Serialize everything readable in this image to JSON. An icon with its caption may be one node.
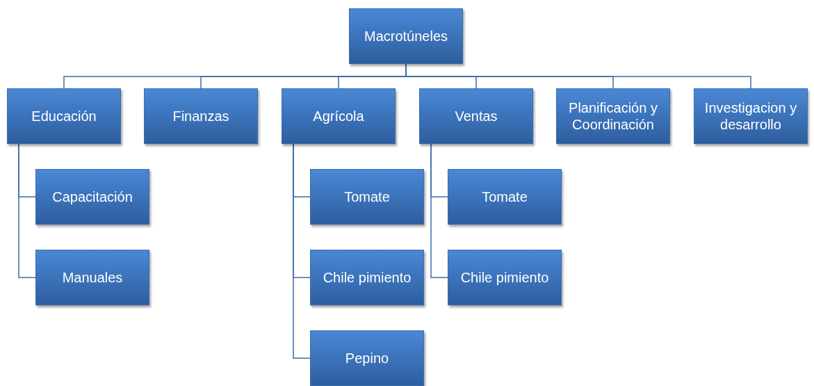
{
  "diagram": {
    "nodes": [
      {
        "text": [
          "Macrotúneles"
        ]
      },
      {
        "text": [
          "Educación"
        ]
      },
      {
        "text": [
          "Finanzas"
        ]
      },
      {
        "text": [
          "Agrícola"
        ]
      },
      {
        "text": [
          "Ventas"
        ]
      },
      {
        "text": [
          "Planificación y Coordinación"
        ]
      },
      {
        "text": [
          "Investigacion y desarrollo"
        ]
      },
      {
        "text": [
          "Capacitación"
        ]
      },
      {
        "text": [
          "Manuales"
        ]
      },
      {
        "text": [
          "Tomate"
        ]
      },
      {
        "text": [
          "Chile pimiento"
        ]
      },
      {
        "text": [
          "Pepino"
        ]
      },
      {
        "text": [
          "Tomate"
        ]
      },
      {
        "text": [
          "Chile pimiento"
        ]
      }
    ],
    "edges": [
      {
        "from": 0,
        "to": 1,
        "arrow": "none"
      },
      {
        "from": 0,
        "to": 2,
        "arrow": "none"
      },
      {
        "from": 0,
        "to": 3,
        "arrow": "none"
      },
      {
        "from": 0,
        "to": 4,
        "arrow": "none"
      },
      {
        "from": 0,
        "to": 5,
        "arrow": "none"
      },
      {
        "from": 0,
        "to": 6,
        "arrow": "none"
      },
      {
        "from": 1,
        "to": 7,
        "arrow": "none"
      },
      {
        "from": 1,
        "to": 8,
        "arrow": "none"
      },
      {
        "from": 3,
        "to": 9,
        "arrow": "none"
      },
      {
        "from": 3,
        "to": 10,
        "arrow": "none"
      },
      {
        "from": 3,
        "to": 11,
        "arrow": "none"
      },
      {
        "from": 4,
        "to": 12,
        "arrow": "none"
      },
      {
        "from": 4,
        "to": 13,
        "arrow": "none"
      }
    ]
  }
}
